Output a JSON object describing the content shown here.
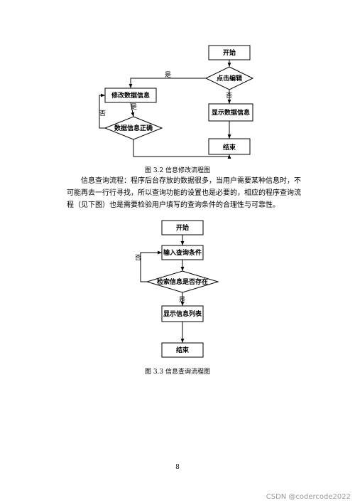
{
  "figure1": {
    "caption": "图 3.2  信息修改流程图",
    "nodes": {
      "start": "开始",
      "click_edit": "点击编辑",
      "edit_info": "修改数据信息",
      "show_info": "显示数据信息",
      "check_info": "数据信息正确",
      "end": "结束"
    },
    "edges": {
      "yes_top": "是",
      "no_mid": "否",
      "yes_left": "是",
      "no_left": "否"
    }
  },
  "paragraph": "信息查询流程：程序后台存放的数据很多，当用户需要某种信息时，不可能再去一行行寻找，所以查询功能的设置也是必要的，相应的程序查询流程（见下图）也是需要检验用户填写的查询条件的合理性与可靠性。",
  "figure2": {
    "caption": "图 3.3  信息查询流程图",
    "nodes": {
      "start": "开始",
      "input_query": "输入查询条件",
      "check_exists": "检索信息是否存在",
      "show_list": "显示信息列表",
      "end": "结束"
    },
    "edges": {
      "no": "否",
      "yes": "是"
    }
  },
  "page_number": "8",
  "watermark": "CSDN @codercode2022"
}
